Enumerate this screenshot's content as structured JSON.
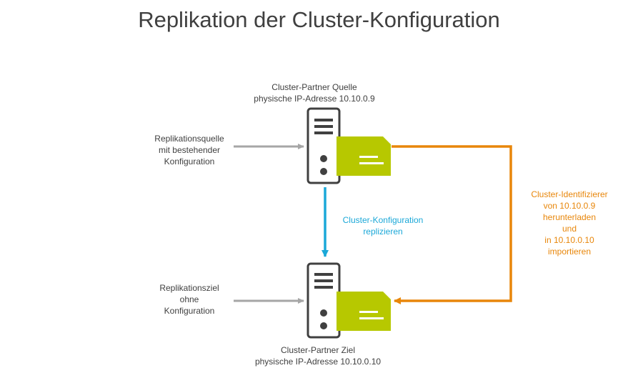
{
  "title": "Replikation der Cluster-Konfiguration",
  "source": {
    "line1": "Cluster-Partner  Quelle",
    "line2": "physische IP-Adresse  10.10.0.9"
  },
  "target": {
    "line1": "Cluster-Partner  Ziel",
    "line2": "physische IP-Adresse  10.10.0.10"
  },
  "source_input": {
    "lines": [
      "Replikationsquelle",
      "mit bestehender",
      "Konfiguration"
    ]
  },
  "target_input": {
    "lines": [
      "Replikationsziel",
      "ohne",
      "Konfiguration"
    ]
  },
  "replicate": {
    "lines": [
      "Cluster-Konfiguration",
      "replizieren"
    ]
  },
  "identifier": {
    "lines": [
      "Cluster-Identifizierer",
      "von  10.10.0.9",
      "herunterladen",
      "und",
      "in  10.10.0.10",
      "importieren"
    ]
  },
  "colors": {
    "server": "#404040",
    "card": "#b7c800",
    "gray_arrow": "#a6a6a6",
    "blue_arrow": "#1ba8d8",
    "orange_arrow": "#e8860a"
  }
}
